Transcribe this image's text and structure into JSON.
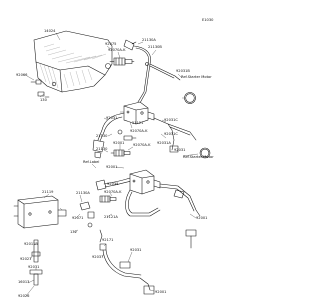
{
  "diagram": {
    "figure_code": "E1030",
    "callouts": [
      "14024",
      "92066",
      "130",
      "92075",
      "92070A-K",
      "21130A",
      "21130B",
      "92070A-K",
      "92031B",
      "Ref.Starter Motor",
      "92031",
      "21121",
      "92031C",
      "21130",
      "92031C",
      "92001",
      "92070A-K",
      "21130",
      "92031A",
      "92031",
      "Ref.Starter Motor",
      "Ref.Label",
      "92001",
      "21119",
      "92031",
      "21130A",
      "92070A-K",
      "92071",
      "21121A",
      "92001",
      "92011B",
      "132",
      "92027",
      "92031",
      "16013",
      "92171",
      "92031",
      "92037",
      "92026",
      "92001"
    ]
  }
}
